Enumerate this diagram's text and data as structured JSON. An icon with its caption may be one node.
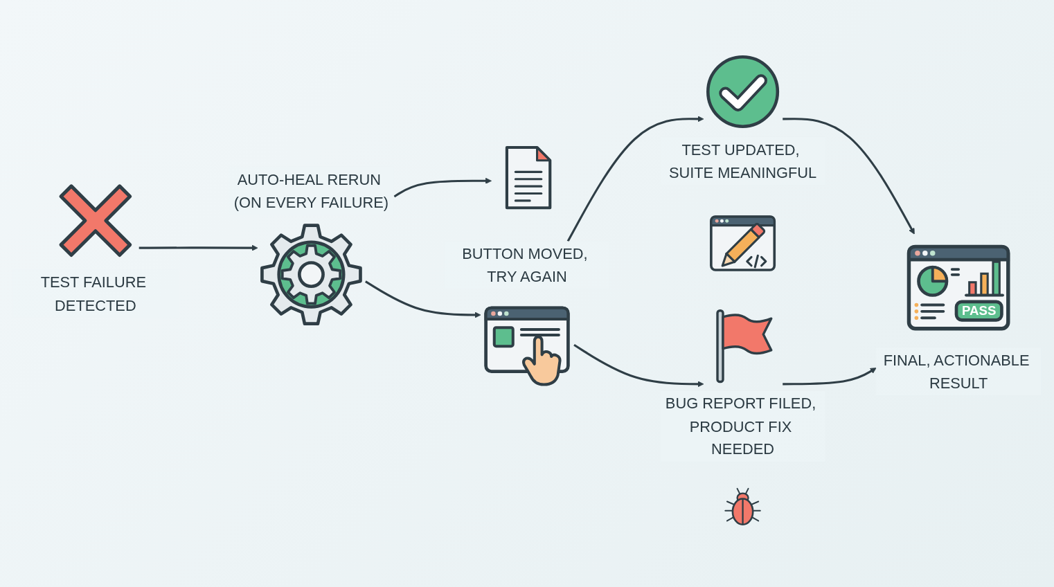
{
  "diagram": {
    "nodes": [
      {
        "text": [
          "TEST FAILURE DETECTED"
        ]
      },
      {
        "text": [
          "AUTO-HEAL RERUN (ON EVERY FAILURE)"
        ]
      },
      {
        "text": [],
        "shape": "picture"
      },
      {
        "text": [
          "BUTTON MOVED, TRY AGAIN"
        ]
      },
      {
        "text": [
          "TEST UPDATED, SUITE MEANINGFUL"
        ]
      },
      {
        "text": [],
        "shape": "picture"
      },
      {
        "text": [
          "BUG REPORT FILED, PRODUCT FIX NEEDED"
        ]
      },
      {
        "text": [],
        "shape": "picture"
      },
      {
        "text": [
          "FINAL, ACTIONABLE RESULT"
        ]
      }
    ],
    "edges": [
      {
        "from": 0,
        "to": 1,
        "arrow": "to"
      },
      {
        "from": 1,
        "to": 2,
        "arrow": "to"
      },
      {
        "from": 1,
        "to": 3,
        "arrow": "to"
      },
      {
        "from": 3,
        "to": 4,
        "arrow": "to"
      },
      {
        "from": 3,
        "to": 6,
        "arrow": "to"
      },
      {
        "from": 4,
        "to": 8,
        "arrow": "to"
      },
      {
        "from": 6,
        "to": 8,
        "arrow": "to"
      }
    ],
    "labels": [
      "PASS"
    ]
  }
}
